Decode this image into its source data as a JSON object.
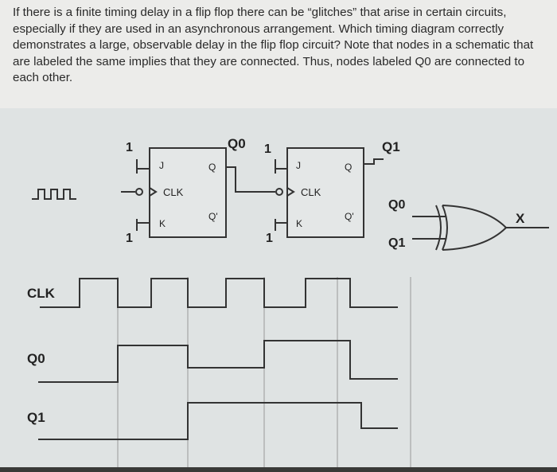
{
  "question": {
    "text": "If there is a finite timing delay in a flip flop there can be “glitches” that arise in certain circuits, especially if they are used in an asynchronous arrangement. Which timing diagram correctly demonstrates a large, observable delay in the flip flop circuit? Note that nodes in a schematic that are labeled the same implies that they are connected. Thus, nodes labeled Q0 are connected to each other."
  },
  "schematic": {
    "ff0": {
      "j_in": "1",
      "k_in": "1",
      "j": "J",
      "k": "K",
      "clk": "CLK",
      "q": "Q",
      "qbar": "Q'",
      "out": "Q0"
    },
    "ff1": {
      "j_in": "1",
      "k_in": "1",
      "j": "J",
      "k": "K",
      "clk": "CLK",
      "q": "Q",
      "qbar": "Q'",
      "out": "Q1"
    },
    "xor": {
      "in_a": "Q0",
      "in_b": "Q1",
      "out": "X"
    }
  },
  "timing": {
    "clk_label": "CLK",
    "q0_label": "Q0",
    "q1_label": "Q1"
  }
}
